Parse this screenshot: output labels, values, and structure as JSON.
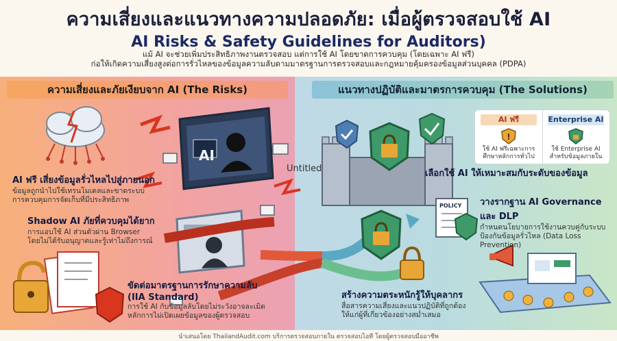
{
  "header": {
    "title_th": "ความเสี่ยงและแนวทางความปลอดภัย: เมื่อผู้ตรวจสอบใช้ AI",
    "title_en": "AI Risks & Safety Guidelines for Auditors)",
    "subtitle_line1": "แม้ AI จะช่วยเพิ่มประสิทธิภาพงานตรวจสอบ แต่การใช้ AI โดยขาดการควบคุม (โดยเฉพาะ AI ฟรี)",
    "subtitle_line2": "ก่อให้เกิดความเสี่ยงสูงต่อการรั่วไหลของข้อมูลความลับตามมาตรฐานการตรวจสอบและกฎหมายคุ้มครองข้อมูลส่วนบุคคล (PDPA)"
  },
  "risks": {
    "heading": "ความเสี่ยงและภัยเงียบจาก AI (The Risks)",
    "items": [
      {
        "title": "AI ฟรี เสี่ยงข้อมูลรั่วไหลไปสู่ภายนอก",
        "desc1": "ข้อมูลถูกนำไปใช้เทรนโมเดลและขาดระบบ",
        "desc2": "การควบคุมการจัดเก็บที่มีประสิทธิภาพ"
      },
      {
        "title": "Shadow AI ภัยที่ควบคุมได้ยาก",
        "desc1": "การแอบใช้ AI ส่วนตัวผ่าน Browser",
        "desc2": "โดยไม่ได้รับอนุญาตและรู้เท่าไม่ถึงการณ์"
      },
      {
        "title": "ขัดต่อมาตรฐานการรักษาความลับ",
        "title2": "(IIA Standard)",
        "desc1": "การใช้ AI กับข้อมูลลับโดยไม่ระวังอาจละเมิด",
        "desc2": "หลักการไม่เปิดเผยข้อมูลของผู้ตรวจสอบ"
      }
    ],
    "screen_label": "AI"
  },
  "solutions": {
    "heading": "แนวทางปฏิบัติและมาตรการควบคุม (The Solutions)",
    "compare": {
      "free_tag": "AI ฟรี",
      "free_text1": "ใช้ AI ฟรีเฉพาะการ",
      "free_text2": "ศึกษาหลักการทั่วไป",
      "ent_tag": "Enterprise AI",
      "ent_text1": "ใช้ Enterprise AI",
      "ent_text2": "สำหรับข้อมูลภายใน"
    },
    "items": [
      {
        "title": "เลือกใช้ AI ให้เหมาะสมกับระดับของข้อมูล"
      },
      {
        "title": "วางรากฐาน AI Governance",
        "title2": "และ DLP",
        "desc1": "กำหนดนโยบายการใช้งานควบคู่กับระบบ",
        "desc2": "ป้องกันข้อมูลรั่วไหล (Data Loss Prevention)"
      },
      {
        "title": "สร้างความตระหนักรู้ให้บุคลากร",
        "desc1": "สื่อสารความเสี่ยงและแนวปฏิบัติที่ถูกต้อง",
        "desc2": "ให้แก่ผู้ที่เกี่ยวข้องอย่างสม่ำเสมอ"
      }
    ],
    "policy_label": "POLICY"
  },
  "overlay_text": "Untitled",
  "footer": "นำเสนอโดย ThailandAudit.com บริการตรวจสอบภายใน ตรวจสอบไอที โดยผู้ตรวจสอบมืออาชีพ",
  "colors": {
    "risk_accent": "#d8361f",
    "solution_accent": "#2d8a4e",
    "title_color": "#1b1f3a"
  }
}
